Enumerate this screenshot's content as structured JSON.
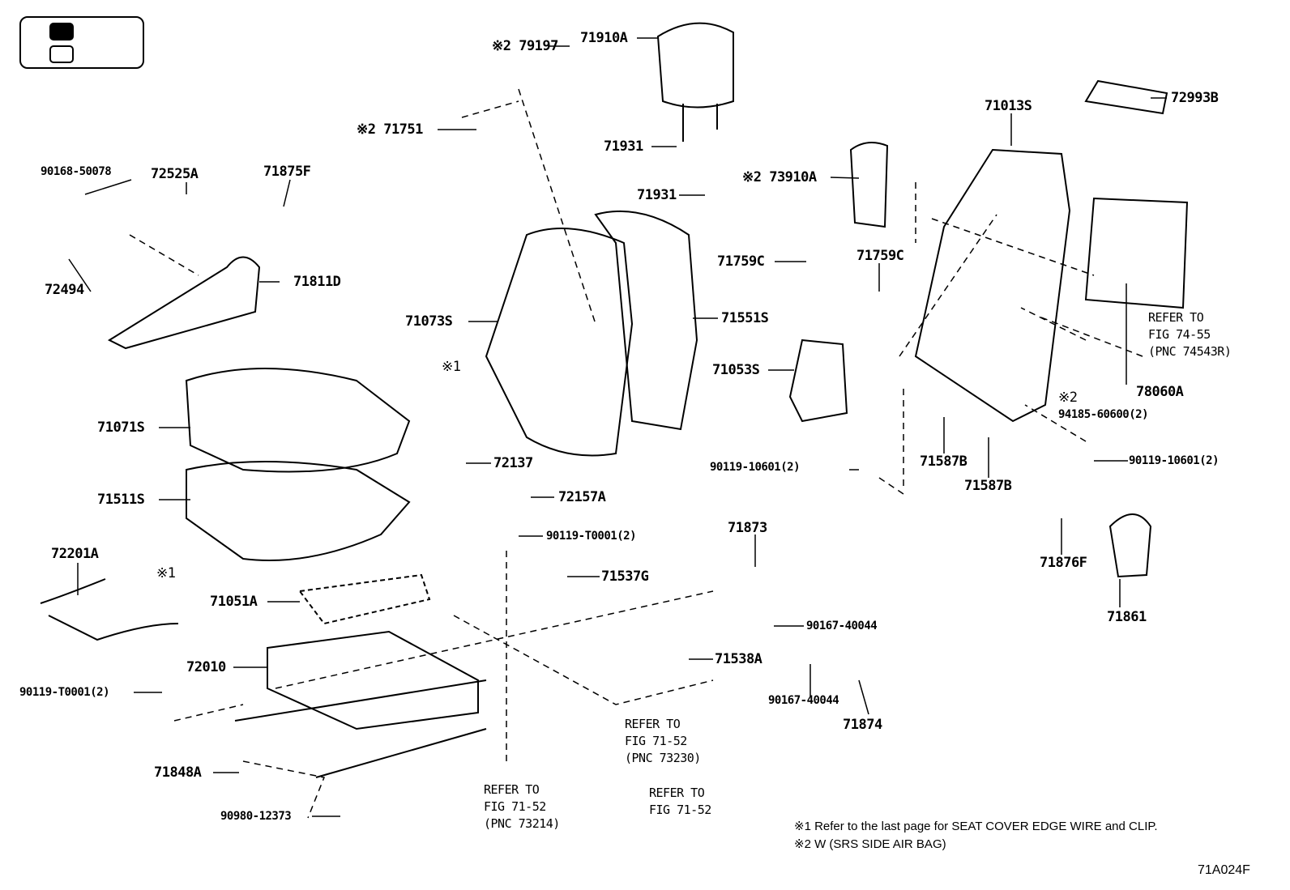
{
  "legend": {
    "items": [
      "filled",
      "outline"
    ]
  },
  "labels": {
    "p79197": "※2 79197",
    "p71910A": "71910A",
    "p71751": "※2 71751",
    "p72993B": "72993B",
    "p71013S": "71013S",
    "p90168": "90168-50078",
    "p72525A": "72525A",
    "p71875F": "71875F",
    "p71931a": "71931",
    "p73910A": "※2 73910A",
    "p71931b": "71931",
    "p71759Ca": "71759C",
    "p71759Cb": "71759C",
    "p72494": "72494",
    "p71811D": "71811D",
    "p71073S": "71073S",
    "p71551S": "71551S",
    "mark1a": "※1",
    "p71053S": "71053S",
    "p78060A": "78060A",
    "mark2": "※2",
    "p94185": "94185-60600(2)",
    "p71071S": "71071S",
    "p72137": "72137",
    "p90119a": "90119-10601(2)",
    "p71587Ba": "71587B",
    "p90119b": "90119-10601(2)",
    "p71587Bb": "71587B",
    "p71511S": "71511S",
    "p72157A": "72157A",
    "p71873": "71873",
    "p90119T1": "90119-T0001(2)",
    "p72201A": "72201A",
    "mark1b": "※1",
    "p71876F": "71876F",
    "p71537G": "71537G",
    "p71051A": "71051A",
    "p71861": "71861",
    "p90167a": "90167-40044",
    "p71538A": "71538A",
    "p72010": "72010",
    "p90119T2": "90119-T0001(2)",
    "p90167b": "90167-40044",
    "p71874": "71874",
    "p71848A": "71848A",
    "p90980": "90980-12373"
  },
  "refs": {
    "r7455": [
      "REFER TO",
      "FIG 74-55",
      "(PNC 74543R)"
    ],
    "r73230": [
      "REFER TO",
      "FIG 71-52",
      "(PNC 73230)"
    ],
    "r73214": [
      "REFER TO",
      "FIG 71-52",
      "(PNC 73214)"
    ],
    "r7152": [
      "REFER TO",
      "FIG 71-52"
    ]
  },
  "notes": [
    "※1  Refer to the last page for SEAT COVER EDGE WIRE and CLIP.",
    "※2  W (SRS SIDE AIR BAG)"
  ],
  "figure_code": "71A024F"
}
